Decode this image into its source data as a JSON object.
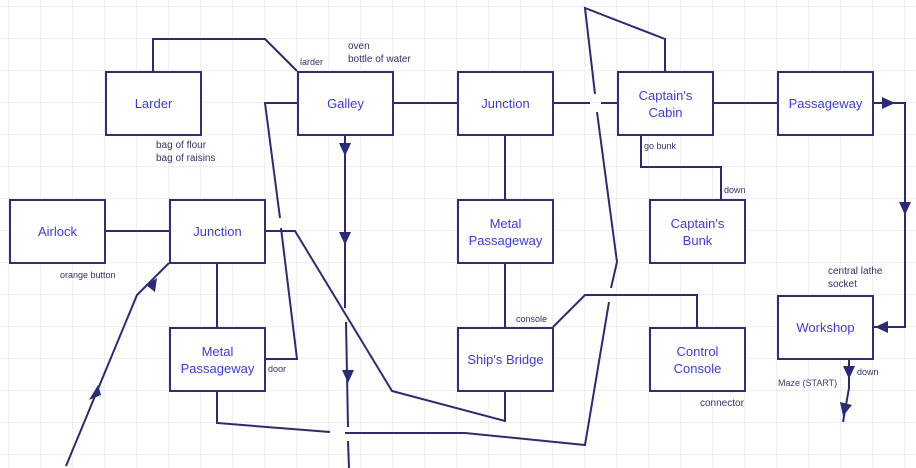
{
  "diagram": {
    "type": "room-map",
    "colors": {
      "line": "#2a2a78",
      "room_text": "#3a3ae8",
      "label_text": "#30306a",
      "grid": "#efeff3"
    },
    "rooms": [
      {
        "id": "larder",
        "label": "Larder"
      },
      {
        "id": "galley",
        "label": "Galley"
      },
      {
        "id": "junction-top",
        "label": "Junction"
      },
      {
        "id": "captains-cabin",
        "label": "Captain's\nCabin"
      },
      {
        "id": "passageway",
        "label": "Passageway"
      },
      {
        "id": "airlock",
        "label": "Airlock"
      },
      {
        "id": "junction-mid",
        "label": "Junction"
      },
      {
        "id": "metal-passageway-mid",
        "label": "Metal\nPassageway"
      },
      {
        "id": "captains-bunk",
        "label": "Captain's\nBunk"
      },
      {
        "id": "metal-passageway-low",
        "label": "Metal\nPassageway"
      },
      {
        "id": "ships-bridge",
        "label": "Ship's Bridge"
      },
      {
        "id": "control-console",
        "label": "Control\nConsole"
      },
      {
        "id": "workshop",
        "label": "Workshop"
      }
    ],
    "labels": {
      "larder_door": "larder",
      "galley_items": "oven\nbottle of water",
      "larder_items": "bag of flour\nbag of raisins",
      "go_bunk": "go bunk",
      "bunk_down": "down",
      "orange_button": "orange button",
      "central_lathe": "central lathe\nsocket",
      "door": "door",
      "console": "console",
      "connector": "connector",
      "maze_start": "Maze (START)",
      "workshop_down": "down"
    }
  }
}
